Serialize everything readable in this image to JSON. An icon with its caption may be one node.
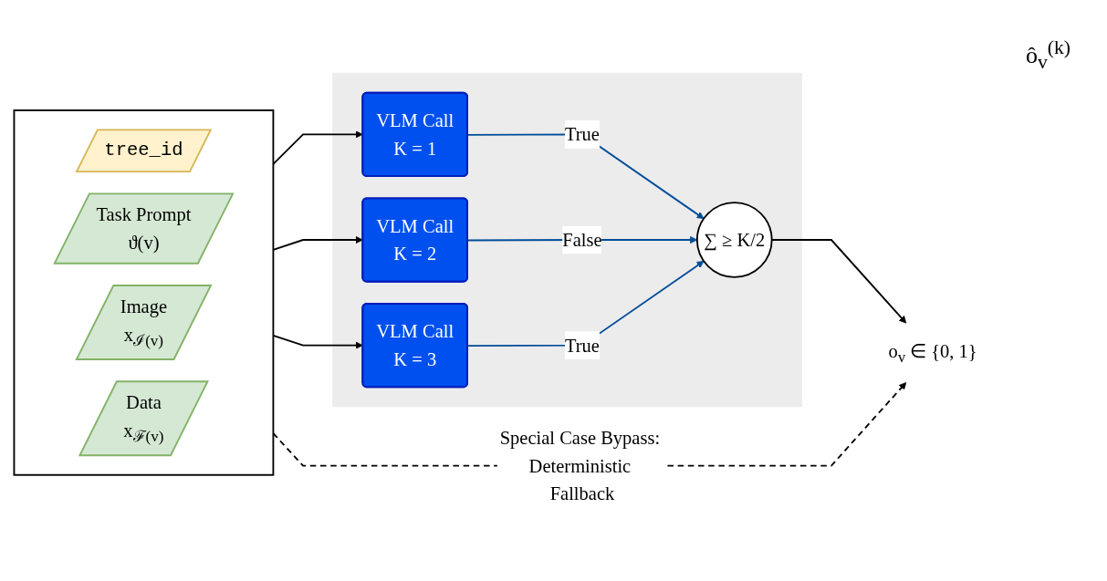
{
  "diagram": {
    "nodes": [
      {
        "text": [],
        "shape": "box"
      },
      {
        "text": [
          "tree_id"
        ],
        "in": 0
      },
      {
        "text": [
          "Task Prompt",
          "ϑ(v)"
        ],
        "in": 0
      },
      {
        "text": [
          "Image",
          "x$_{ℐ(v)}$"
        ],
        "in": 0
      },
      {
        "text": [
          "Data",
          "x$_{ℱ(v)}$"
        ],
        "in": 0
      },
      {
        "text": [],
        "shape": "box"
      },
      {
        "text": [
          "VLM Call",
          "K = 1"
        ],
        "in": 5
      },
      {
        "text": [
          "VLM Call",
          "K = 2"
        ],
        "in": 5
      },
      {
        "text": [
          "VLM Call",
          "K = 3"
        ],
        "in": 5
      },
      {
        "text": [
          "∑ ≥ K/2"
        ],
        "in": 5
      },
      {
        "text": [
          "o$_{v}$ ∈ {0, 1}"
        ]
      }
    ],
    "edges": [
      {
        "from": 0,
        "to": 6,
        "arrow": "to"
      },
      {
        "from": 0,
        "to": 7,
        "arrow": "to"
      },
      {
        "from": 0,
        "to": 8,
        "arrow": "to"
      },
      {
        "from": 6,
        "to": 9,
        "arrow": "to",
        "label": "True",
        "color": "#004c99"
      },
      {
        "from": 7,
        "to": 9,
        "arrow": "to",
        "label": "False",
        "color": "#004c99"
      },
      {
        "from": 8,
        "to": 9,
        "arrow": "to",
        "label": "True",
        "color": "#004c99"
      },
      {
        "from": 9,
        "to": 10,
        "arrow": "to"
      },
      {
        "from": 0,
        "to": 10,
        "arrow": "to",
        "style": "dashed",
        "label": "Special Case Bypass: Deterministic Fallback"
      }
    ],
    "labels": [
      "ô$_{v}$$^{(k)}$"
    ]
  }
}
